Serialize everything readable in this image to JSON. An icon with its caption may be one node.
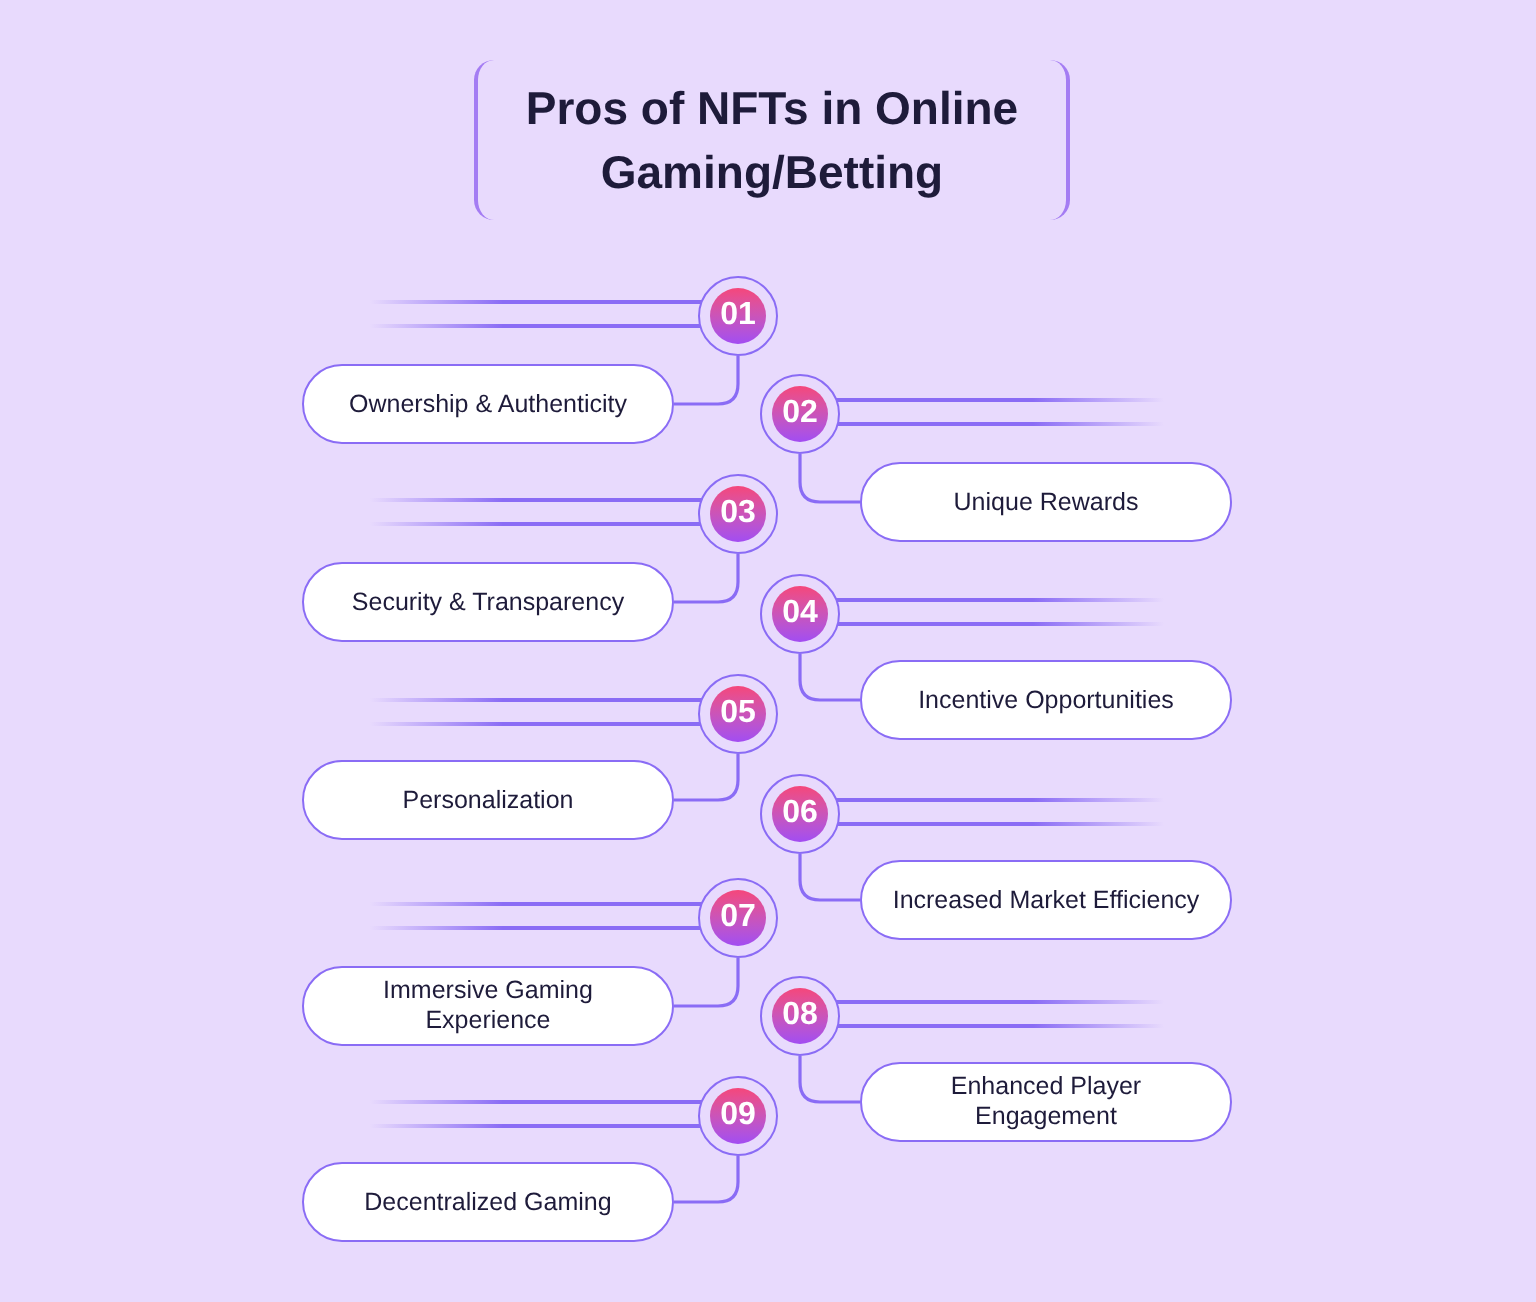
{
  "diagram": {
    "title": "Pros of NFTs in Online Gaming/Betting",
    "nodes": [
      {
        "text": [
          "01"
        ]
      },
      {
        "text": [
          "Ownership & Authenticity"
        ]
      },
      {
        "text": [
          "02"
        ]
      },
      {
        "text": [
          "Unique Rewards"
        ]
      },
      {
        "text": [
          "03"
        ]
      },
      {
        "text": [
          "Security & Transparency"
        ]
      },
      {
        "text": [
          "04"
        ]
      },
      {
        "text": [
          "Incentive Opportunities"
        ]
      },
      {
        "text": [
          "05"
        ]
      },
      {
        "text": [
          "Personalization"
        ]
      },
      {
        "text": [
          "06"
        ]
      },
      {
        "text": [
          "Increased Market Efficiency"
        ]
      },
      {
        "text": [
          "07"
        ]
      },
      {
        "text": [
          "Immersive Gaming Experience"
        ]
      },
      {
        "text": [
          "08"
        ]
      },
      {
        "text": [
          "Enhanced Player Engagement"
        ]
      },
      {
        "text": [
          "09"
        ]
      },
      {
        "text": [
          "Decentralized Gaming"
        ]
      }
    ],
    "edges": [
      {
        "from": 0,
        "to": 1,
        "arrow": "none"
      },
      {
        "from": 2,
        "to": 3,
        "arrow": "none"
      },
      {
        "from": 4,
        "to": 5,
        "arrow": "none"
      },
      {
        "from": 6,
        "to": 7,
        "arrow": "none"
      },
      {
        "from": 8,
        "to": 9,
        "arrow": "none"
      },
      {
        "from": 10,
        "to": 11,
        "arrow": "none"
      },
      {
        "from": 12,
        "to": 13,
        "arrow": "none"
      },
      {
        "from": 14,
        "to": 15,
        "arrow": "none"
      },
      {
        "from": 16,
        "to": 17,
        "arrow": "none"
      }
    ]
  }
}
